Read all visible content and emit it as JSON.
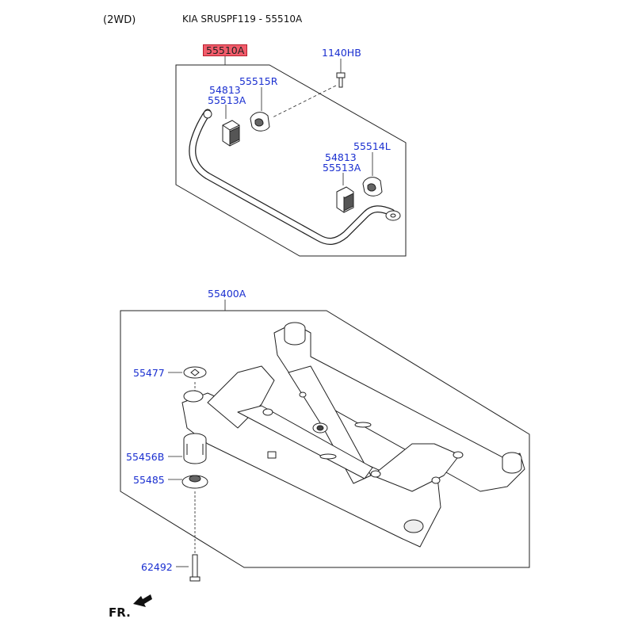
{
  "header": {
    "drive": "(2WD)",
    "title": "KIA SRUSPF119 - 55510A"
  },
  "parts": {
    "stabilizer_bar": "55510A",
    "bolt_top": "1140HB",
    "bracket_left": "55515R",
    "bushing_left_a": "54813",
    "bushing_left_b": "55513A",
    "bracket_right": "55514L",
    "bushing_right_a": "54813",
    "bushing_right_b": "55513A",
    "crossmember": "55400A",
    "mount_washer": "55477",
    "mount_bushing": "55456B",
    "mount_stopper": "55485",
    "mount_bolt": "62492"
  },
  "direction_label": "FR.",
  "colors": {
    "part_link": "#1a2fd0",
    "highlight_fill": "#f25c6b",
    "highlight_border": "#b8202e",
    "line": "#222222"
  }
}
